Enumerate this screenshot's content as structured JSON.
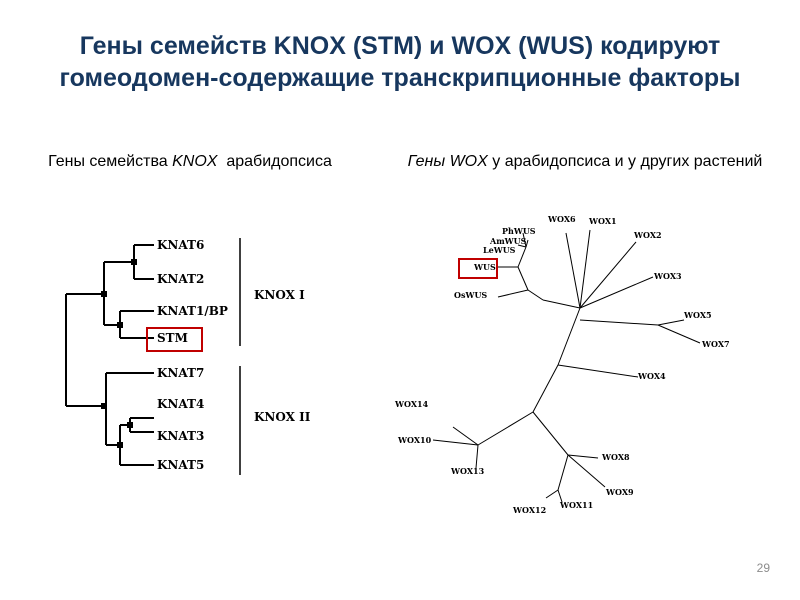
{
  "title": {
    "line1": "Гены семейств KNOX (STM) и WOX (WUS) кодируют",
    "line2": "гомеодомен-содержащие транскрипционные факторы"
  },
  "left_caption": {
    "prefix": "Гены семейства ",
    "italic": "KNOX",
    "suffix": "  арабидопсиса"
  },
  "right_caption": {
    "italic": "Гены WOX",
    "suffix": " у арабидопсиса и у других растений"
  },
  "knox_tree": {
    "leaves": [
      "KNAT6",
      "KNAT2",
      "KNAT1/BP",
      "STM",
      "KNAT7",
      "KNAT4",
      "KNAT3",
      "KNAT5"
    ],
    "groups": [
      "KNOX I",
      "KNOX II"
    ],
    "highlighted": "STM"
  },
  "wox_tree": {
    "leaves": [
      "WOX6",
      "WOX1",
      "WOX2",
      "WOX3",
      "WOX5",
      "WOX7",
      "WOX4",
      "WOX8",
      "WOX9",
      "WOX11",
      "WOX12",
      "WOX13",
      "WOX10",
      "WOX14",
      "OsWUS",
      "WUS",
      "LeWUS",
      "AmWUS",
      "PhWUS"
    ],
    "highlighted": "WUS"
  },
  "colors": {
    "title": "#17375e",
    "highlight_box": "#c00000"
  },
  "page_number": "29"
}
